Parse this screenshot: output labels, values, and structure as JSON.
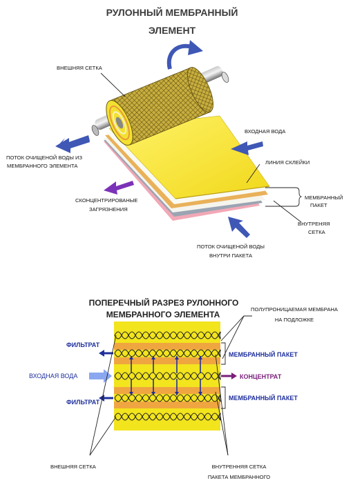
{
  "top": {
    "title_line1": "РУЛОННЫЙ МЕМБРАННЫЙ",
    "title_line2": "ЭЛЕМЕНТ",
    "labels": {
      "outer_mesh": "ВНЕШНЯЯ СЕТКА",
      "inlet_water": "ВХОДНАЯ ВОДА",
      "permeate_out_line1": "ПОТОК ОЧИЩЕНОЙ ВОДЫ ИЗ",
      "permeate_out_line2": "МЕМБРАННОГО ЭЛЕМЕНТА",
      "glue_line": "ЛИНИЯ СКЛЕЙКИ",
      "concentrate_line1": "СКОНЦЕНТРИРОВАНЫЕ",
      "concentrate_line2": "ЗАГРЯЗНЕНИЯ",
      "membrane_pack_line1": "МЕМБРАННЫЙ",
      "membrane_pack_line2": "ПАКЕТ",
      "inner_mesh_line1": "ВНУТРЕНЯЯ",
      "inner_mesh_line2": "СЕТКА",
      "permeate_inside_line1": "ПОТОК ОЧИЩЕНОЙ ВОДЫ",
      "permeate_inside_line2": "ВНУТРИ ПАКЕТА"
    }
  },
  "bottom": {
    "title_line1": "ПОПЕРЕЧНЫЙ РАЗРЕЗ РУЛОННОГО",
    "title_line2": "МЕМБРАННОГО ЭЛЕМЕНТА",
    "labels": {
      "semi_membrane_line1": "ПОЛУПРОНИЦАЕМАЯ МЕМБРАНА",
      "semi_membrane_line2": "НА  ПОДЛОЖКЕ",
      "filtrate_top": "ФИЛЬТРАТ",
      "filtrate_bottom": "ФИЛЬТРАТ",
      "inlet_water": "ВХОДНАЯ ВОДА",
      "concentrate": "КОНЦЕНТРАТ",
      "membrane_pack_top": "МЕМБРАННЫЙ ПАКЕТ",
      "membrane_pack_bottom": "МЕМБРАННЫЙ ПАКЕТ",
      "outer_mesh": "ВНЕШНЯЯ СЕТКА",
      "inner_mesh_line1": "ВНУТРЕННЯЯ СЕТКА",
      "inner_mesh_line2": "ПАКЕТА МЕМБРАННОГО"
    }
  },
  "colors": {
    "yellow": "#f2e41d",
    "orange": "#f0a640",
    "blue_arrow": "#3f57b5",
    "purple_arrow": "#7b32b8",
    "mesh_gold": "#b9a136",
    "pink": "#f2a8b6"
  }
}
